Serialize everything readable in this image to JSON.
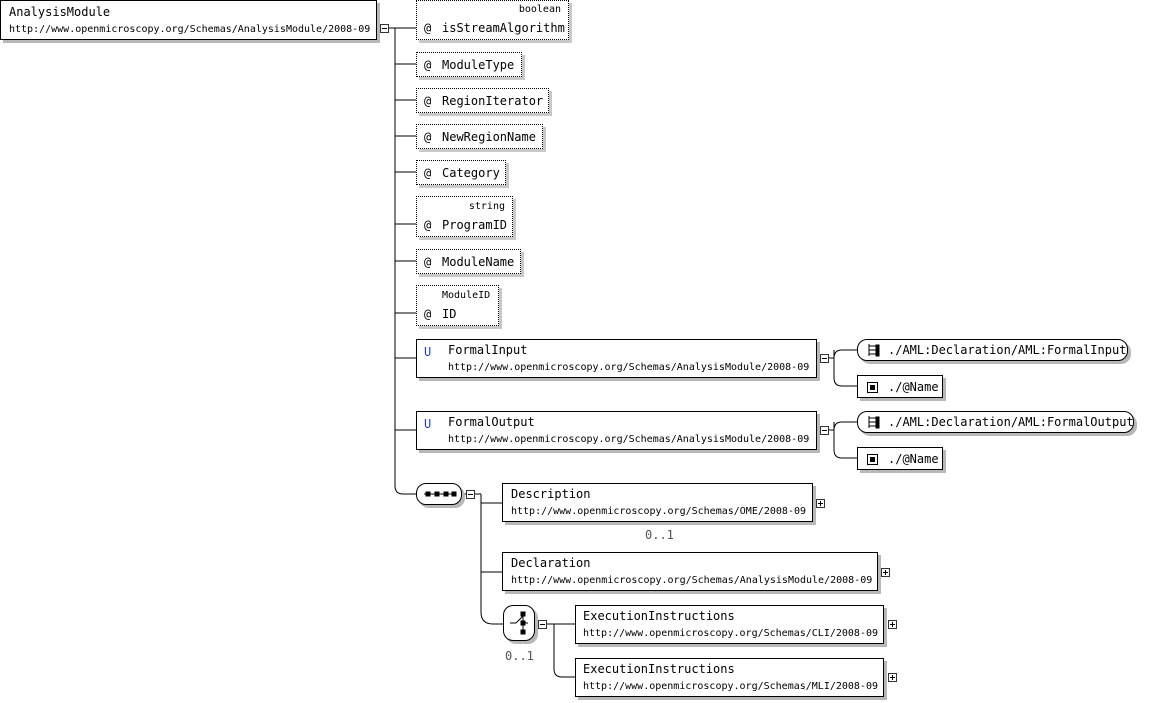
{
  "root": {
    "name": "AnalysisModule",
    "namespace": "http://www.openmicroscopy.org/Schemas/AnalysisModule/2008-09"
  },
  "attributes": [
    {
      "name": "isStreamAlgorithm",
      "type": "boolean"
    },
    {
      "name": "ModuleType",
      "type": ""
    },
    {
      "name": "RegionIterator",
      "type": ""
    },
    {
      "name": "NewRegionName",
      "type": ""
    },
    {
      "name": "Category",
      "type": ""
    },
    {
      "name": "ProgramID",
      "type": "string"
    },
    {
      "name": "ModuleName",
      "type": ""
    },
    {
      "name": "ID",
      "type": "ModuleID"
    }
  ],
  "attribute_marker": "@",
  "unique_marker": "U",
  "uniques": [
    {
      "name": "FormalInput",
      "namespace": "http://www.openmicroscopy.org/Schemas/AnalysisModule/2008-09",
      "selector": "./AML:Declaration/AML:FormalInput",
      "field": "./@Name"
    },
    {
      "name": "FormalOutput",
      "namespace": "http://www.openmicroscopy.org/Schemas/AnalysisModule/2008-09",
      "selector": "./AML:Declaration/AML:FormalOutput",
      "field": "./@Name"
    }
  ],
  "sequence_children": [
    {
      "name": "Description",
      "namespace": "http://www.openmicroscopy.org/Schemas/OME/2008-09",
      "cardinality": "0..1"
    },
    {
      "name": "Declaration",
      "namespace": "http://www.openmicroscopy.org/Schemas/AnalysisModule/2008-09",
      "cardinality": ""
    }
  ],
  "choice": {
    "cardinality": "0..1",
    "children": [
      {
        "name": "ExecutionInstructions",
        "namespace": "http://www.openmicroscopy.org/Schemas/CLI/2008-09"
      },
      {
        "name": "ExecutionInstructions",
        "namespace": "http://www.openmicroscopy.org/Schemas/MLI/2008-09"
      }
    ]
  }
}
